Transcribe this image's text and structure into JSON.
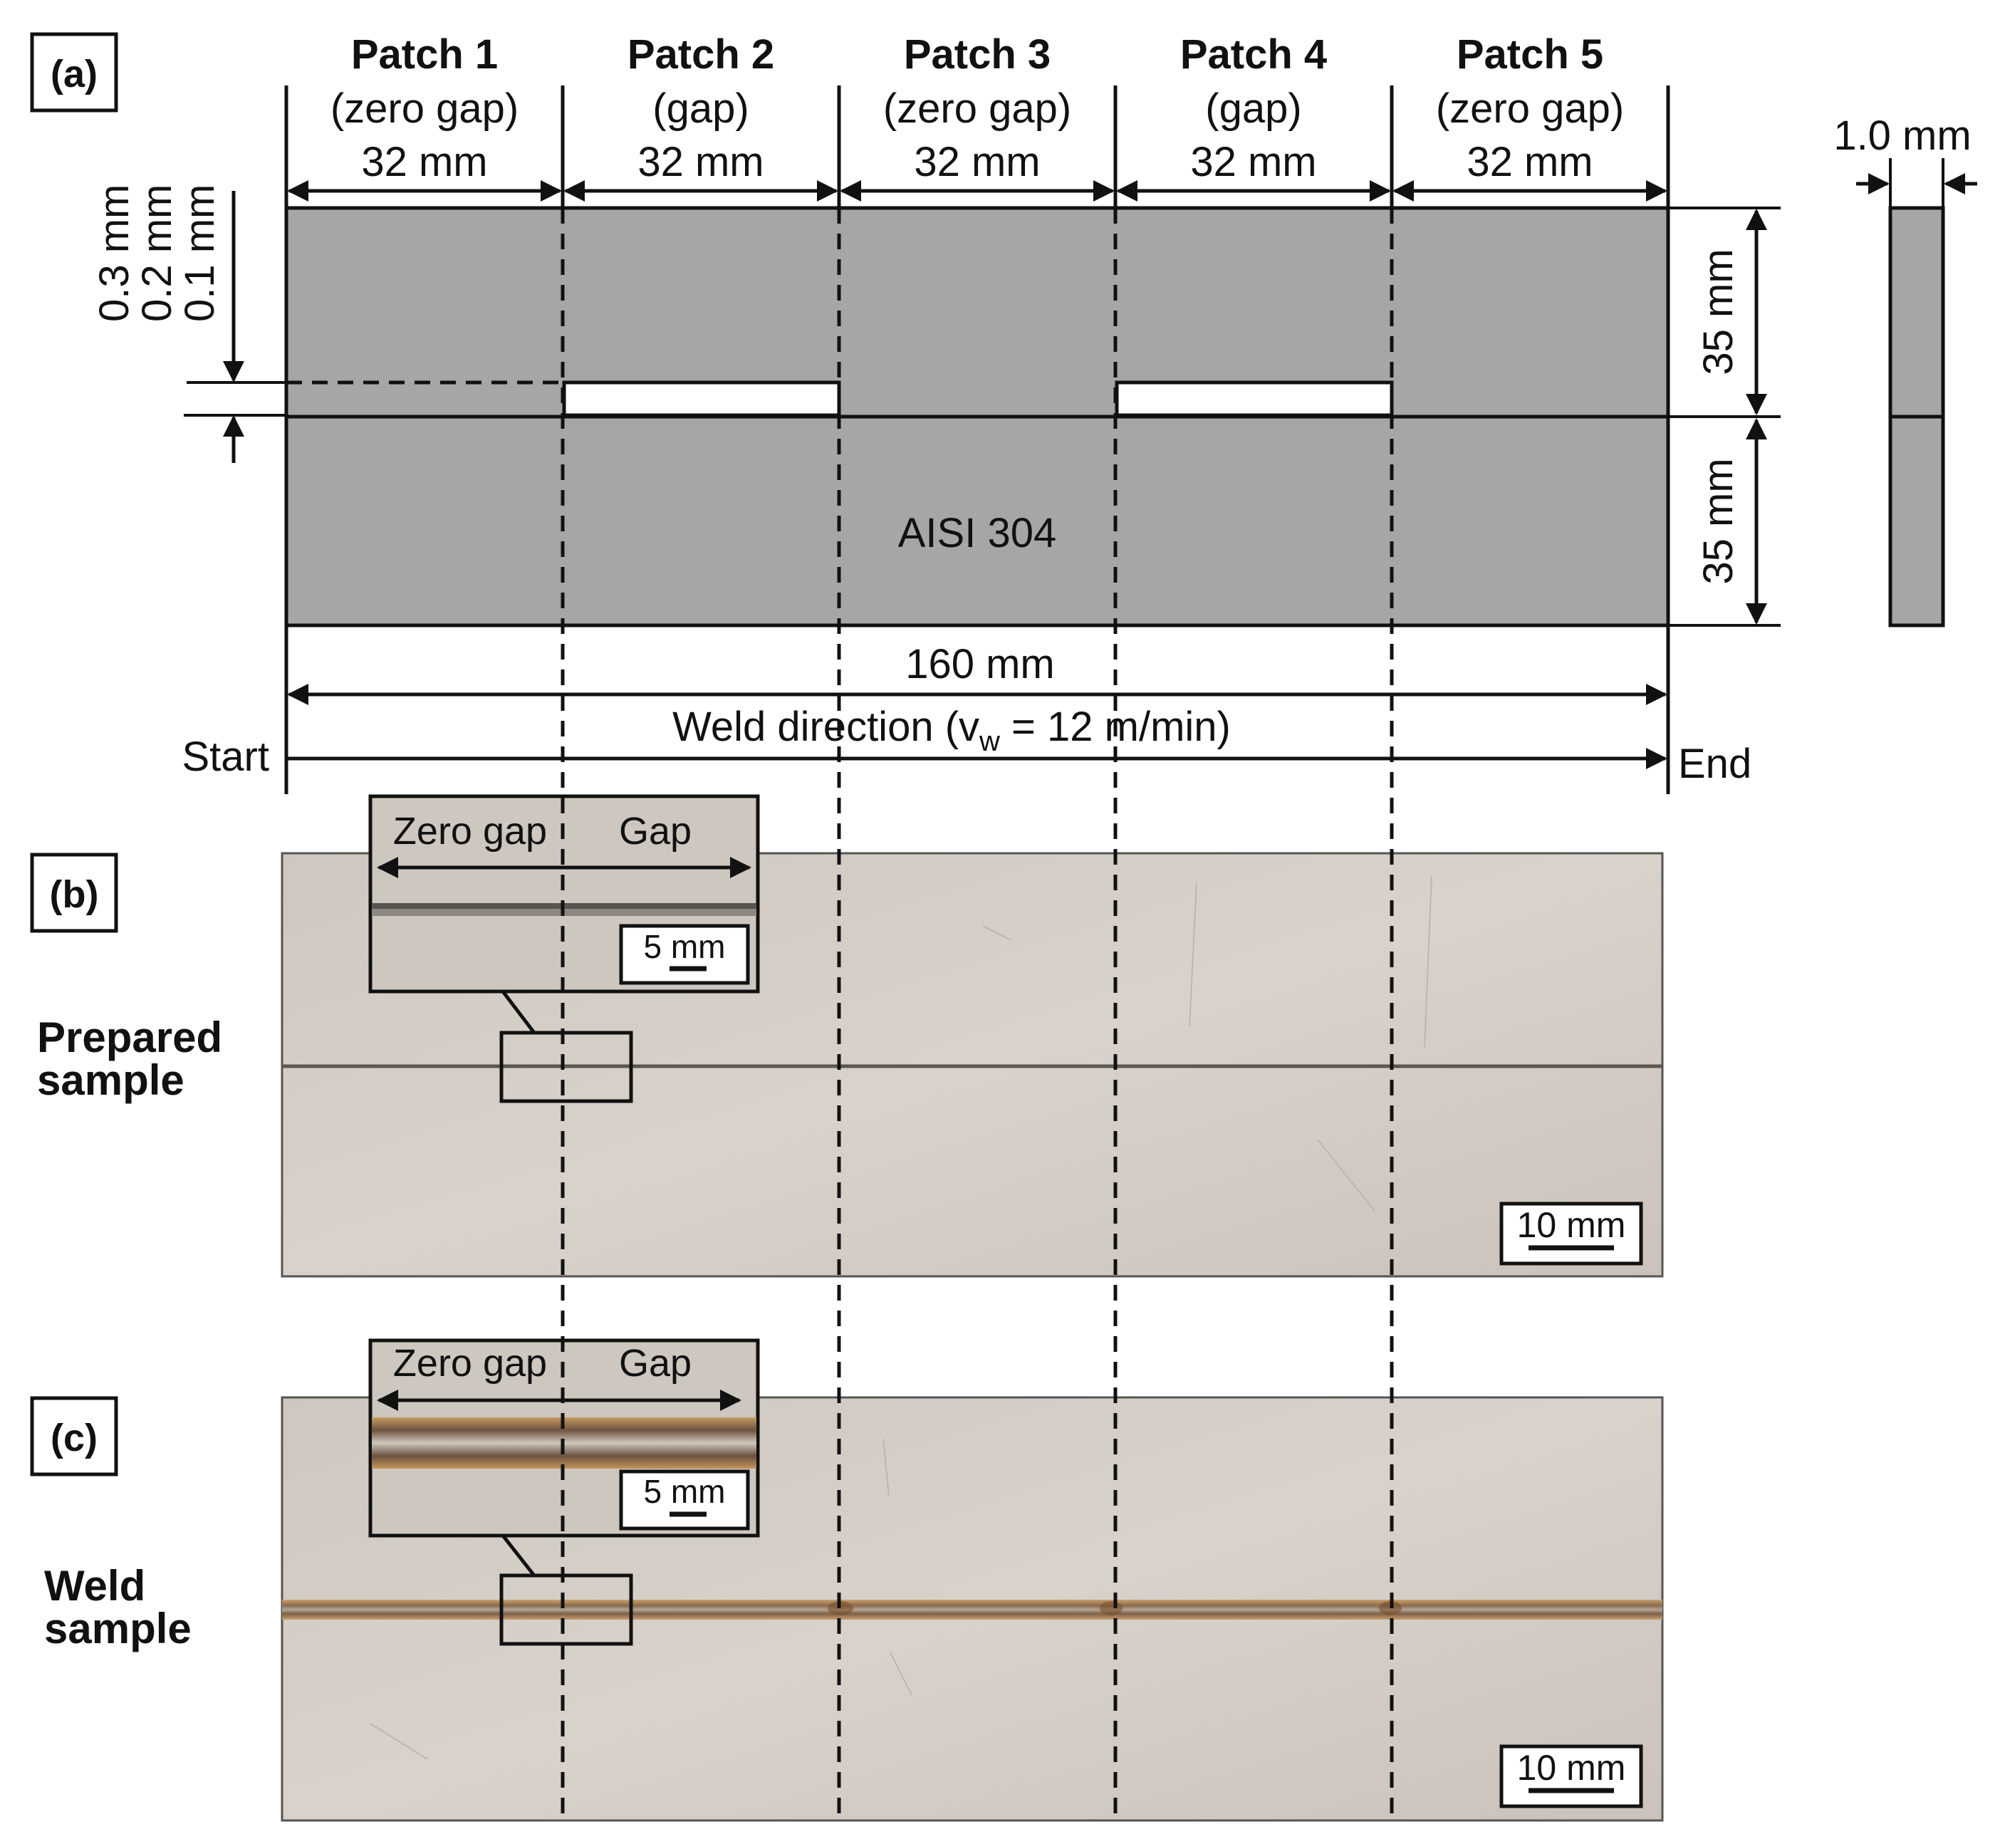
{
  "panel_labels": {
    "a": "(a)",
    "b": "(b)",
    "c": "(c)"
  },
  "patches": [
    {
      "title": "Patch 1",
      "condition": "(zero gap)",
      "length": "32 mm",
      "gap": false
    },
    {
      "title": "Patch 2",
      "condition": "(gap)",
      "length": "32 mm",
      "gap": true
    },
    {
      "title": "Patch 3",
      "condition": "(zero gap)",
      "length": "32 mm",
      "gap": false
    },
    {
      "title": "Patch 4",
      "condition": "(gap)",
      "length": "32 mm",
      "gap": true
    },
    {
      "title": "Patch 5",
      "condition": "(zero gap)",
      "length": "32 mm",
      "gap": false
    }
  ],
  "gap_values": [
    "0.3 mm",
    "0.2 mm",
    "0.1 mm"
  ],
  "material": "AISI 304",
  "height_upper": "35 mm",
  "height_lower": "35 mm",
  "thickness": "1.0 mm",
  "total_length": "160 mm",
  "weld_direction": {
    "prefix": "Weld direction (v",
    "subscript": "w",
    "suffix": " = 12 m/min)"
  },
  "start_label": "Start",
  "end_label": "End",
  "prepared": {
    "label_line1": "Prepared",
    "label_line2": "sample",
    "inset_left": "Zero gap",
    "inset_right": "Gap",
    "inset_scale": "5 mm",
    "scale": "10 mm"
  },
  "weld": {
    "label_line1": "Weld",
    "label_line2": "sample",
    "inset_left": "Zero gap",
    "inset_right": "Gap",
    "inset_scale": "5 mm",
    "scale": "10 mm"
  },
  "colors": {
    "plate": "#a6a6a6",
    "metal": "#d2cbc4",
    "seam": "#5c5752",
    "weld_bead": "#9c7046",
    "heat_tint": "#b58a55"
  }
}
